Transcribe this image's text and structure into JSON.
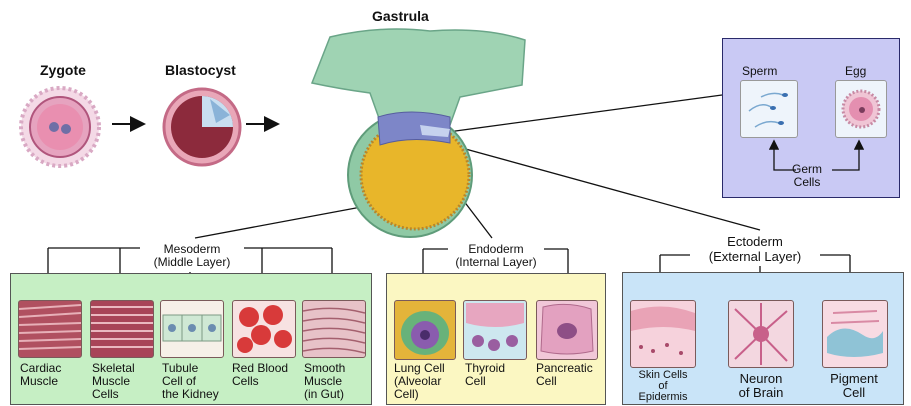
{
  "stages": {
    "zygote": "Zygote",
    "blastocyst": "Blastocyst",
    "gastrula": "Gastrula"
  },
  "germ": {
    "sperm": "Sperm",
    "egg": "Egg",
    "germ_cells": "Germ\nCells"
  },
  "layers": {
    "mesoderm": {
      "name": "Mesoderm",
      "sub": "(Middle Layer)"
    },
    "endoderm": {
      "name": "Endoderm",
      "sub": "(Internal Layer)"
    },
    "ectoderm": {
      "name": "Ectoderm",
      "sub": "(External Layer)"
    }
  },
  "mesoderm_cells": [
    "Cardiac\nMuscle",
    "Skeletal\nMuscle\nCells",
    "Tubule\nCell of\nthe Kidney",
    "Red Blood\nCells",
    "Smooth\nMuscle\n(in Gut)"
  ],
  "endoderm_cells": [
    "Lung Cell\n(Alveolar\nCell)",
    "Thyroid\nCell",
    "Pancreatic\nCell"
  ],
  "ectoderm_cells": [
    "Skin Cells\nof\nEpidermis",
    "Neuron\nof Brain",
    "Pigment\nCell"
  ],
  "colors": {
    "mesoderm_panel": "#c6efc4",
    "endoderm_panel": "#fbf7c2",
    "ectoderm_panel": "#c9e4f8",
    "germ_panel": "#c9c9f4",
    "gastrula_green": "#9fd3b3",
    "yolk": "#e8b62a"
  }
}
